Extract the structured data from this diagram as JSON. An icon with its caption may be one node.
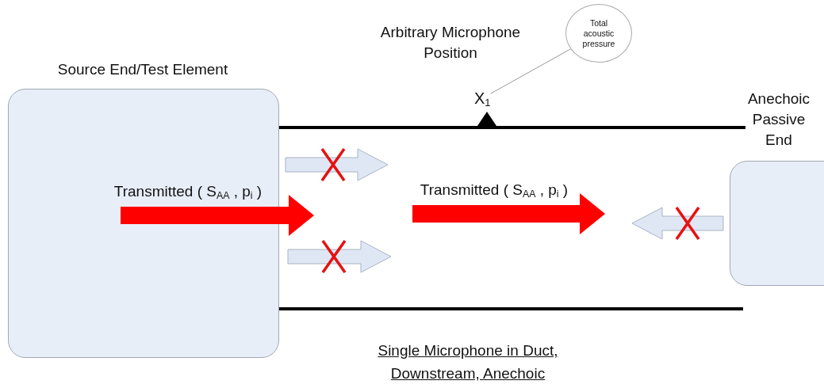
{
  "diagram": {
    "nodes": [
      {
        "text": [
          "Source End/Test Element"
        ]
      },
      {
        "text": [
          "Anechoic Passive End"
        ]
      },
      {
        "text": [
          "Total acoustic pressure"
        ]
      },
      {
        "text": [
          "X$_{1}$"
        ]
      }
    ],
    "edges": [
      {
        "from": 2,
        "to": 3,
        "arrow": "none"
      }
    ],
    "labels": [
      "Arbitrary Microphone Position",
      "Transmitted ( S$_{AA}$ , p$_{i}$ )",
      "Transmitted ( S$_{AA}$ , p$_{i}$ )",
      "Single Microphone in Duct, Downstream, Anechoic"
    ]
  }
}
